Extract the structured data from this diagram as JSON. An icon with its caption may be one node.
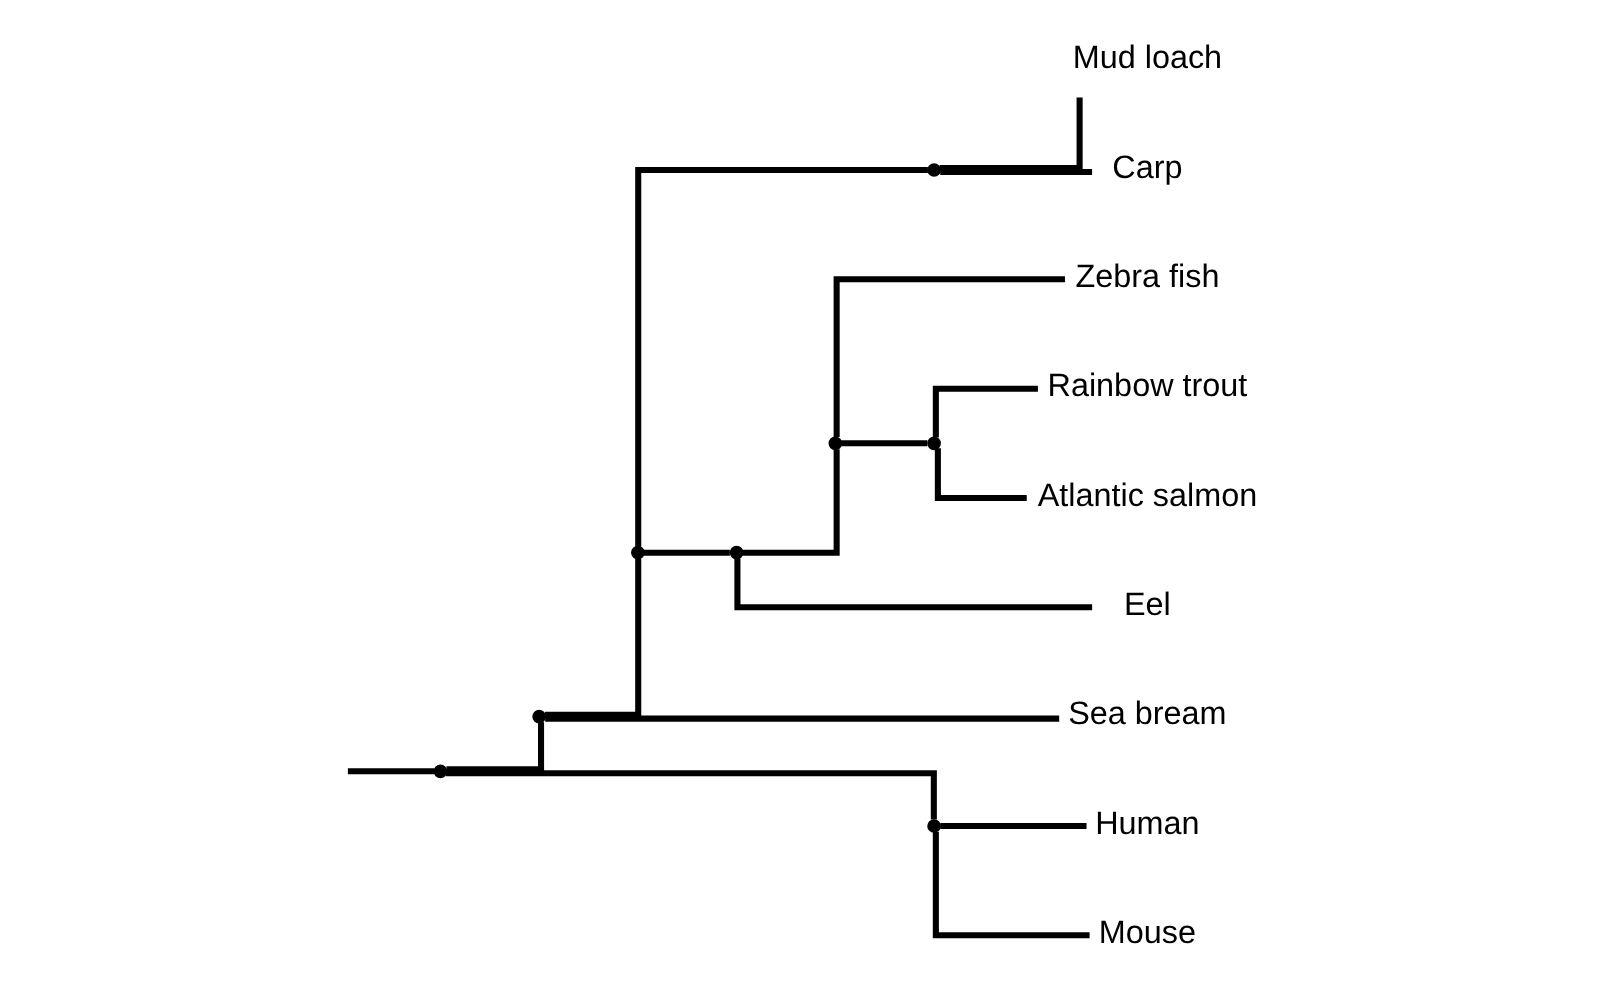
{
  "diagram": {
    "nodes": [
      {
        "text": [],
        "shape": "point"
      },
      {
        "text": [],
        "shape": "point"
      },
      {
        "text": [],
        "shape": "point"
      },
      {
        "text": [],
        "shape": "point"
      },
      {
        "text": [
          "Mud loach"
        ]
      },
      {
        "text": [
          "Carp"
        ]
      },
      {
        "text": [],
        "shape": "point"
      },
      {
        "text": [],
        "shape": "point"
      },
      {
        "text": [
          "Zebra fish"
        ]
      },
      {
        "text": [],
        "shape": "point"
      },
      {
        "text": [
          "Rainbow trout"
        ]
      },
      {
        "text": [
          "Atlantic salmon"
        ]
      },
      {
        "text": [
          "Eel"
        ]
      },
      {
        "text": [
          "Sea bream"
        ]
      },
      {
        "text": [],
        "shape": "point"
      },
      {
        "text": [
          "Human"
        ]
      },
      {
        "text": [
          "Mouse"
        ]
      }
    ],
    "edges": [
      {
        "from": null,
        "to": 0,
        "arrow": "none"
      },
      {
        "from": 0,
        "to": 1,
        "arrow": "none"
      },
      {
        "from": 0,
        "to": 14,
        "arrow": "none"
      },
      {
        "from": 1,
        "to": 2,
        "arrow": "none"
      },
      {
        "from": 1,
        "to": 13,
        "arrow": "none"
      },
      {
        "from": 2,
        "to": 3,
        "arrow": "none"
      },
      {
        "from": 2,
        "to": 6,
        "arrow": "none"
      },
      {
        "from": 3,
        "to": 4,
        "arrow": "none"
      },
      {
        "from": 3,
        "to": 5,
        "arrow": "none"
      },
      {
        "from": 6,
        "to": 7,
        "arrow": "none"
      },
      {
        "from": 6,
        "to": 12,
        "arrow": "none"
      },
      {
        "from": 7,
        "to": 8,
        "arrow": "none"
      },
      {
        "from": 7,
        "to": 9,
        "arrow": "none"
      },
      {
        "from": 9,
        "to": 10,
        "arrow": "none"
      },
      {
        "from": 9,
        "to": 11,
        "arrow": "none"
      },
      {
        "from": 14,
        "to": 15,
        "arrow": "none"
      },
      {
        "from": 14,
        "to": 16,
        "arrow": "none"
      }
    ]
  }
}
